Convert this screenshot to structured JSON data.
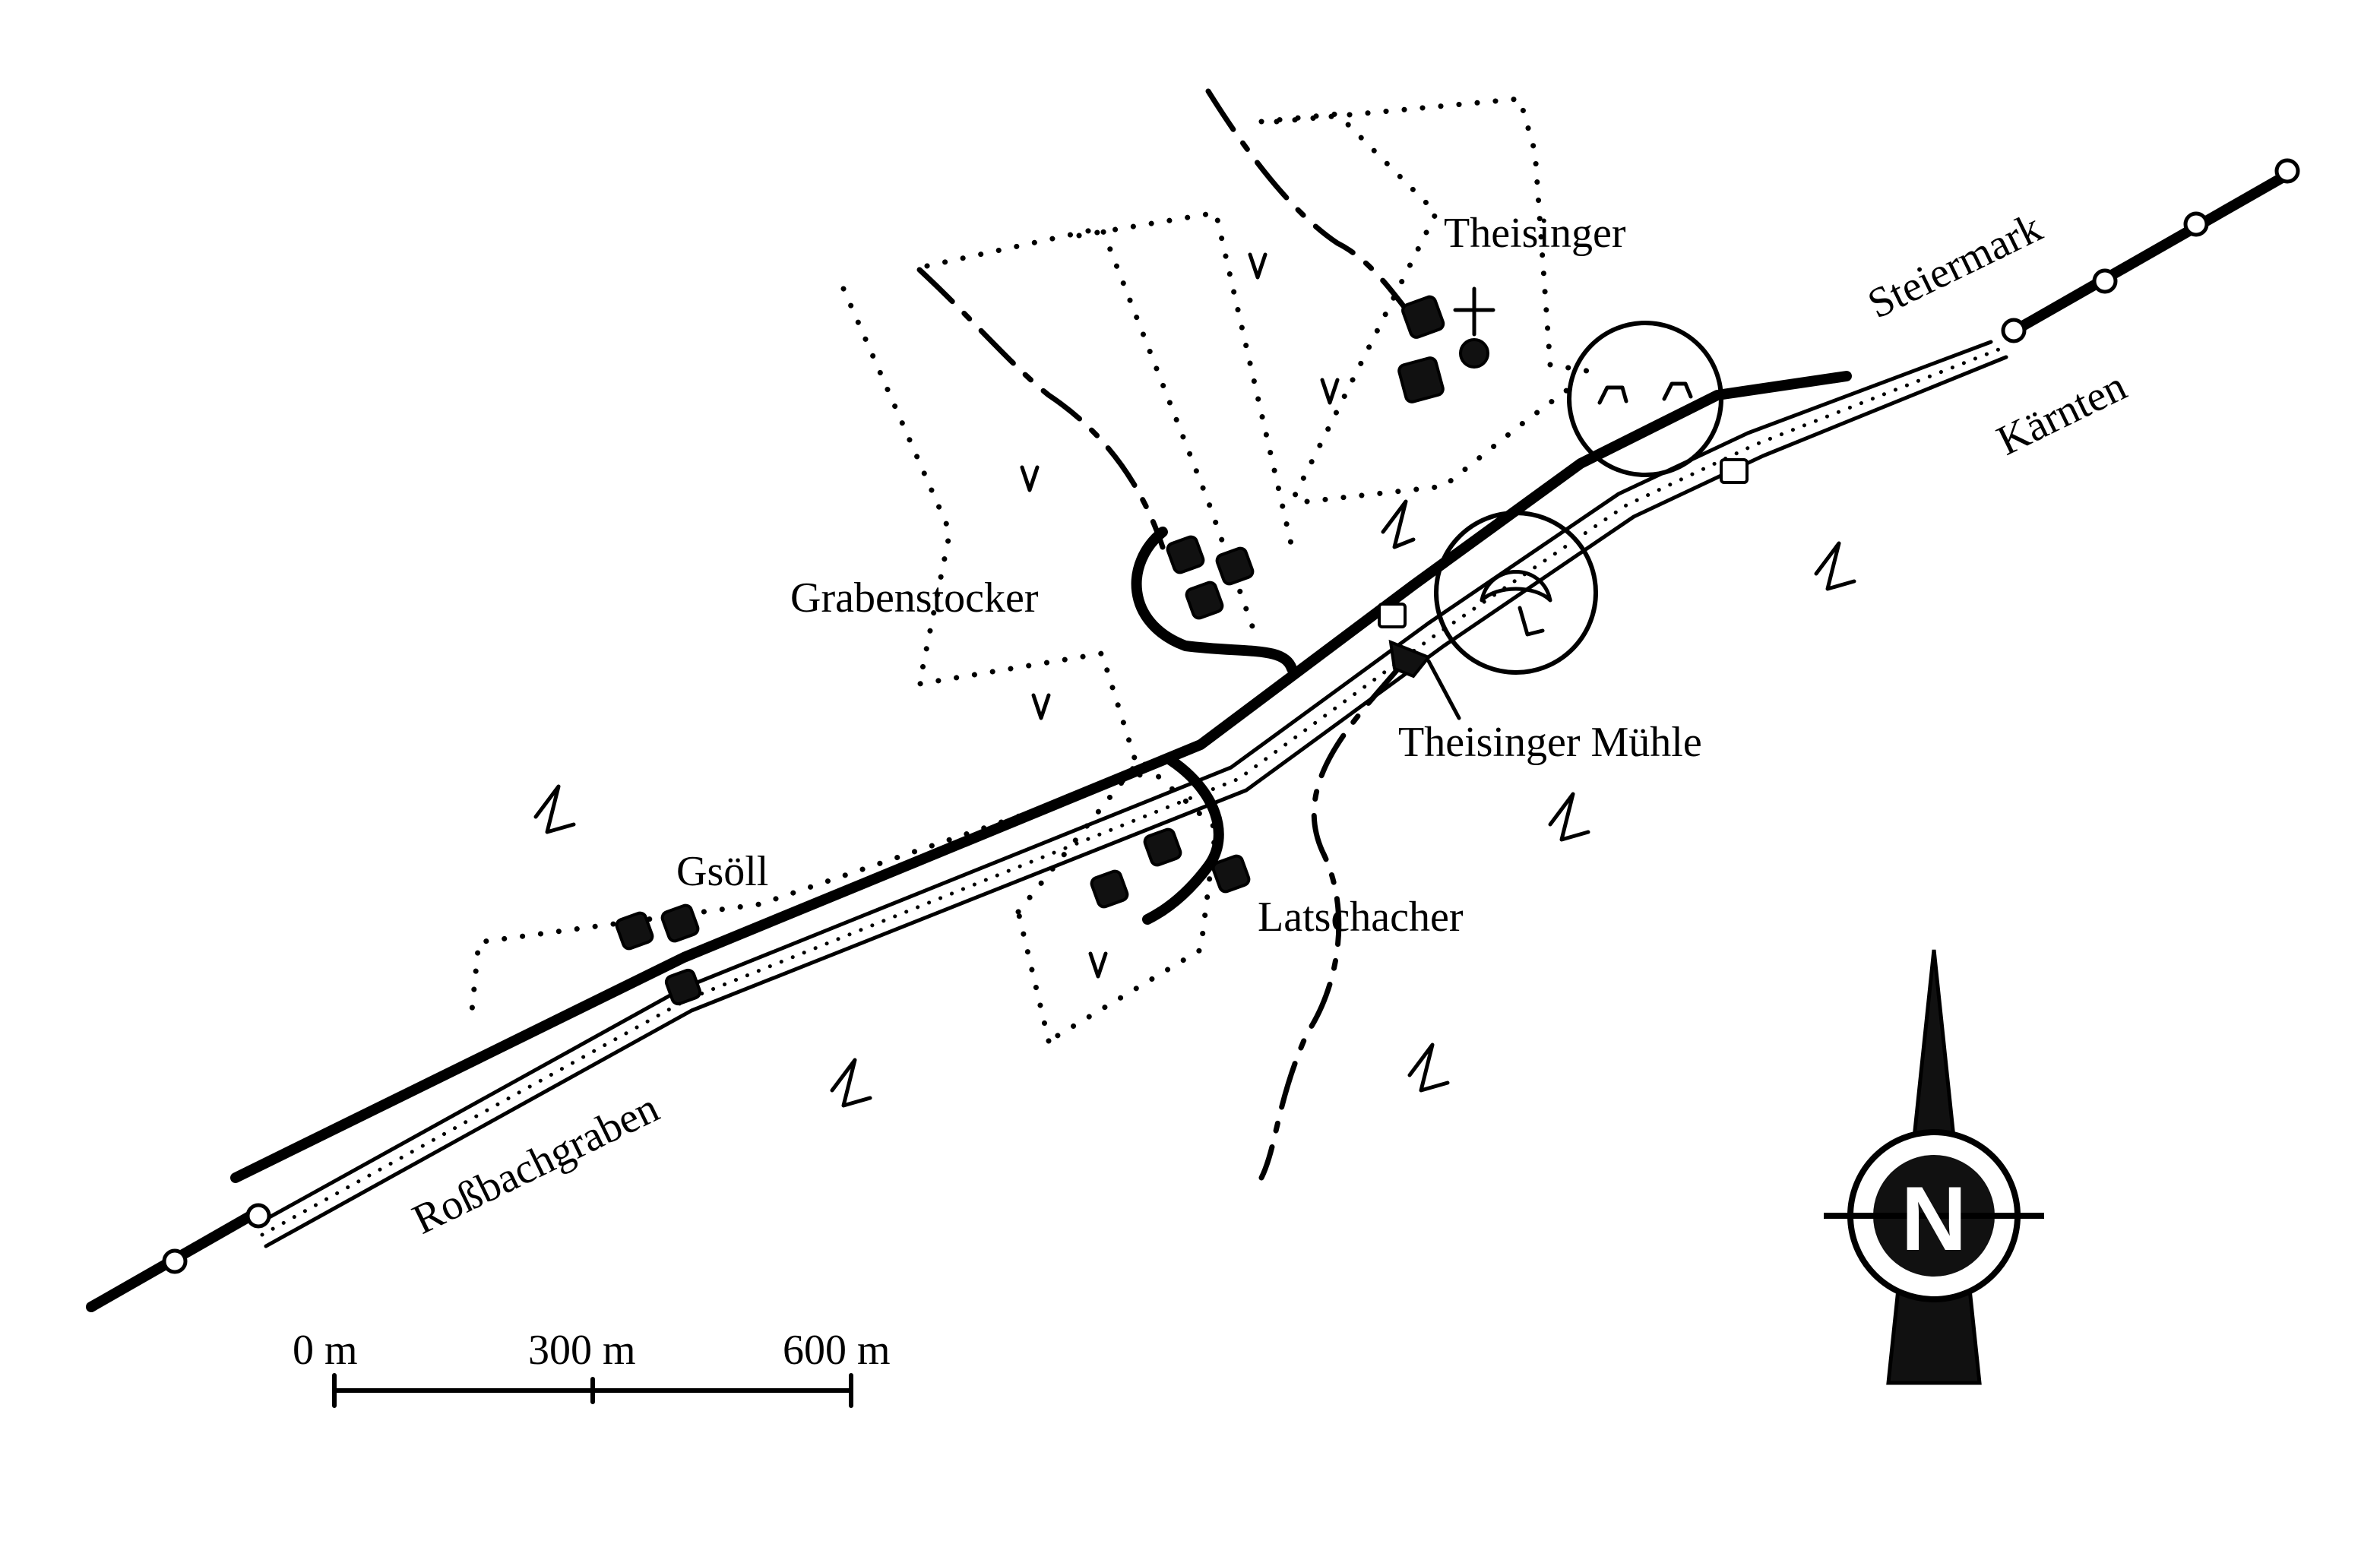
{
  "map": {
    "places": {
      "theisinger": "Theisinger",
      "steiermark": "Steiermark",
      "kaernten": "Kärnten",
      "grabenstocker": "Grabenstocker",
      "theisinger_muehle": "Theisinger Mühle",
      "gsoell": "Gsöll",
      "latschacher": "Latschacher",
      "rossbachgraben": "Roßbachgraben"
    },
    "scale_bar": {
      "labels": [
        "0 m",
        "300 m",
        "600 m"
      ]
    },
    "north_arrow": {
      "letter": "N"
    }
  },
  "colors": {
    "ink": "#000000",
    "paper": "#ffffff"
  }
}
